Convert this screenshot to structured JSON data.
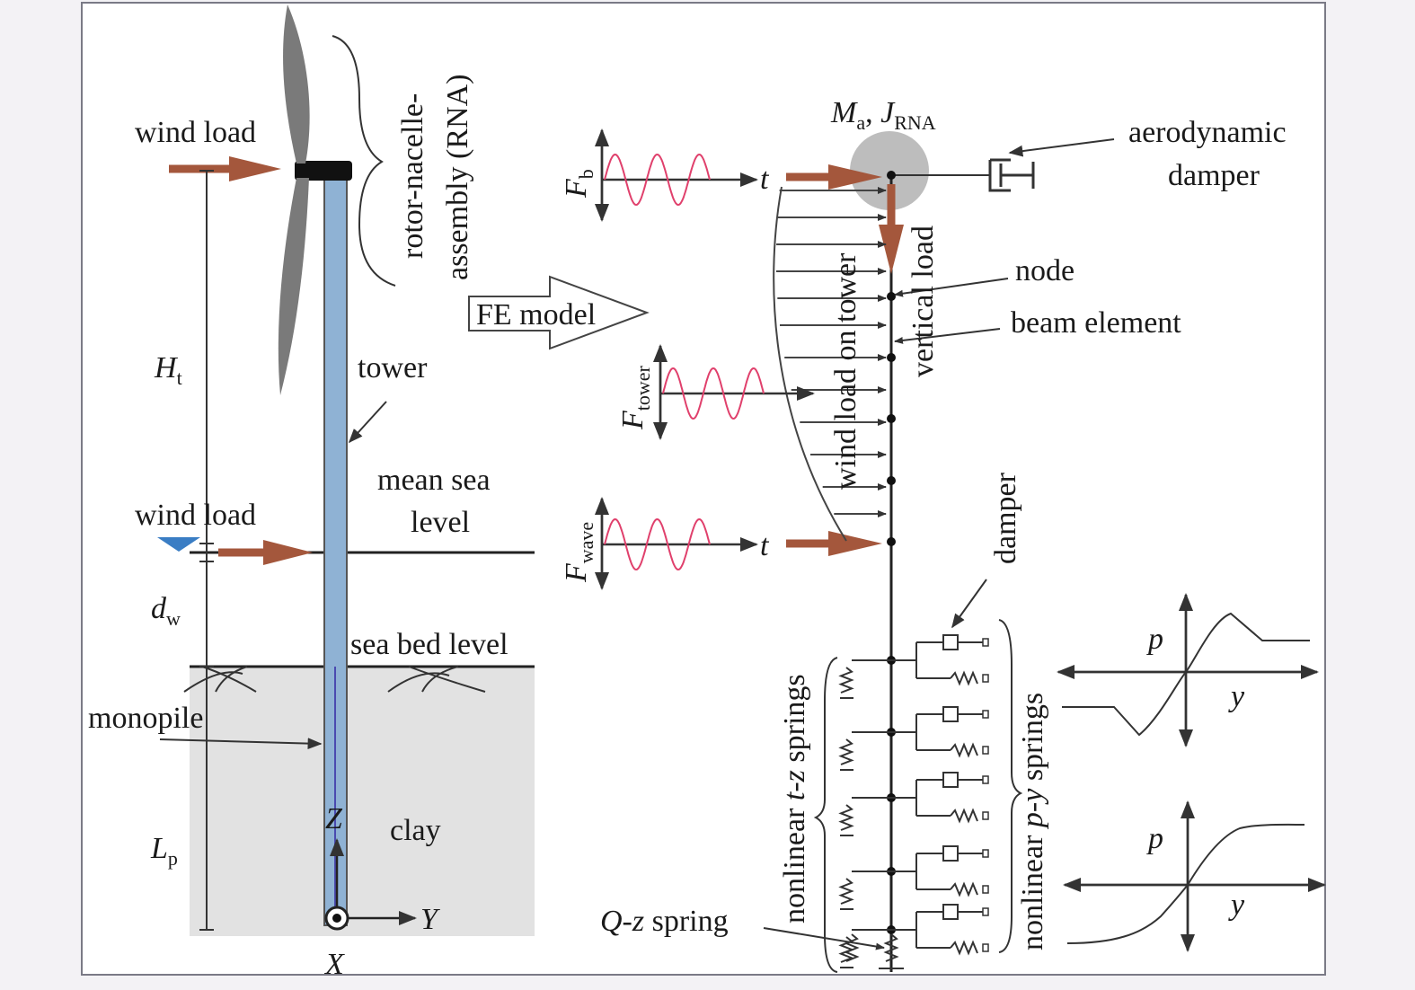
{
  "left": {
    "wind_load_top": "wind load",
    "rna": [
      "rotor-nacelle-",
      "assembly (RNA)"
    ],
    "tower": "tower",
    "Ht": {
      "main": "H",
      "sub": "t"
    },
    "mean_sea_level": [
      "mean sea",
      "level"
    ],
    "wind_load_mid": "wind load",
    "dw": {
      "main": "d",
      "sub": "w"
    },
    "sea_bed_level": "sea bed level",
    "monopile": "monopile",
    "clay": "clay",
    "Lp": {
      "main": "L",
      "sub": "p"
    },
    "axis_z": "Z",
    "axis_y": "Y",
    "axis_x": "X"
  },
  "fe_model": "FE model",
  "right": {
    "Ma": {
      "main": "M",
      "sub": "a"
    },
    "comma": ", ",
    "JRNA": {
      "main": "J",
      "sub": "RNA"
    },
    "aero_damper": [
      "aerodynamic",
      "damper"
    ],
    "Fb": {
      "main": "F",
      "sub": "b"
    },
    "Ftower": {
      "main": "F",
      "sub": "tower"
    },
    "Fwave": {
      "main": "F",
      "sub": "wave"
    },
    "t": "t",
    "node": "node",
    "beam_element": "beam element",
    "wind_on_tower": "wind load on tower",
    "vertical_load": "vertical load",
    "damper": "damper",
    "tz_springs_prefix": "nonlinear ",
    "tz_springs_sym": "t-z",
    "tz_springs_suffix": " springs",
    "py_springs_prefix": "nonlinear ",
    "py_springs_sym": "p-y",
    "py_springs_suffix": " springs",
    "qz_sym": "Q-z",
    "qz_suffix": " spring",
    "p1": "p",
    "y1": "y",
    "p2": "p",
    "y2": "y"
  },
  "colors": {
    "tower_fill": "#8fb2d4",
    "arrow_brown": "#a4573c",
    "wave_pink": "#e0406c",
    "soil": "#e2e2e2",
    "rna_circle": "#bdbdbd",
    "blade": "#7a7a7a"
  }
}
